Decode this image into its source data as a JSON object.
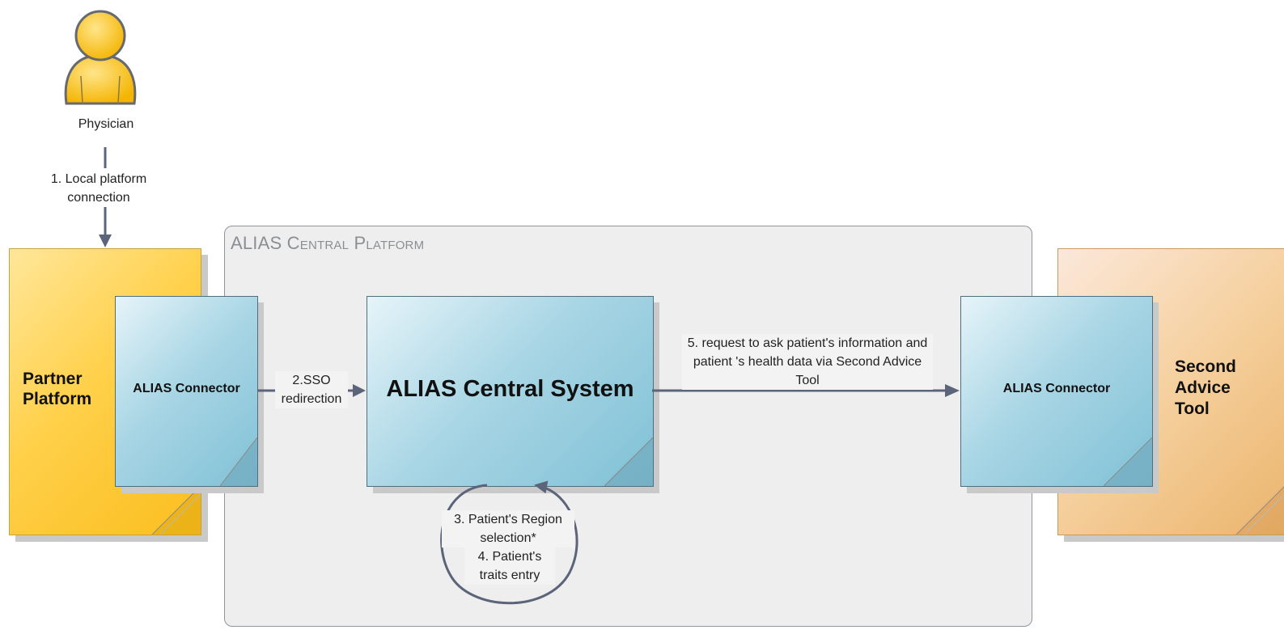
{
  "physician": {
    "label": "Physician"
  },
  "steps": {
    "step1": "1. Local platform connection",
    "step2": "2.SSO redirection",
    "step3": "3. Patient's Region selection*",
    "step4": "4. Patient's traits entry",
    "step5": "5. request to ask patient's information and patient 's health data via Second Advice Tool"
  },
  "platform": {
    "title": "ALIAS Central Platform"
  },
  "boxes": {
    "partner_platform": "Partner Platform",
    "connector_left": "ALIAS Connector",
    "central_system": "ALIAS Central System",
    "connector_right": "ALIAS Connector",
    "second_advice_tool": "Second Advice Tool"
  },
  "colors": {
    "partner": "#fbbe1e",
    "second_advice": "#eab36a",
    "blue_box": "#80c1d6",
    "arrow": "#5b6478",
    "platform_bg": "#eeeeee"
  }
}
